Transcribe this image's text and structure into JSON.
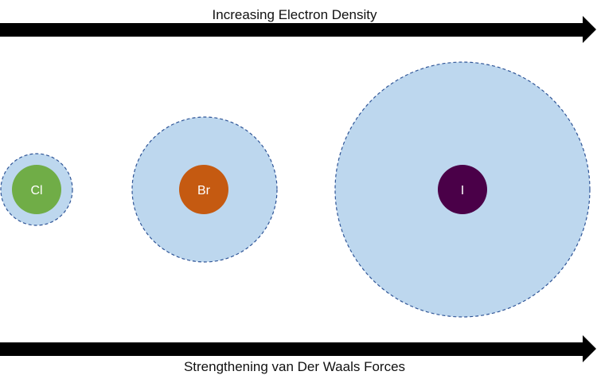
{
  "top_arrow": {
    "label": "Increasing Electron Density"
  },
  "bottom_arrow": {
    "label": "Strengthening van Der Waals Forces"
  },
  "atoms": [
    {
      "symbol": "Cl",
      "color": "#70ad47"
    },
    {
      "symbol": "Br",
      "color": "#c55a11"
    },
    {
      "symbol": "I",
      "color": "#4a0048"
    }
  ],
  "colors": {
    "cloud_fill": "#bdd7ee",
    "cloud_stroke": "#2f5597",
    "arrow": "#000000"
  }
}
